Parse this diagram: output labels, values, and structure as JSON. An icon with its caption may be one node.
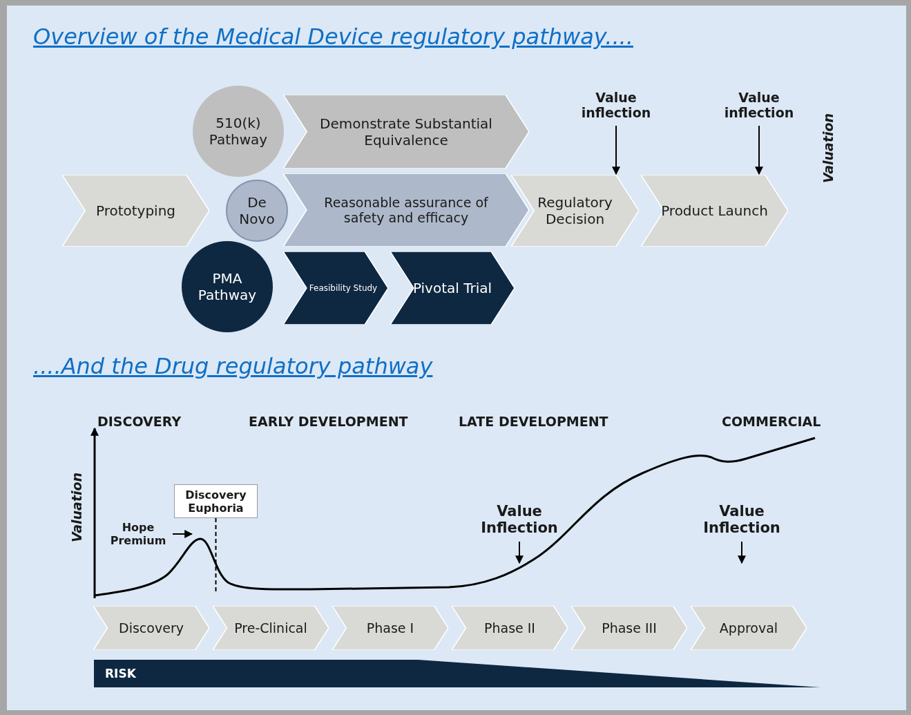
{
  "diagram": {
    "title": "Overview of the Medical Device regulatory pathway....",
    "nodes": [
      {
        "text": [
          "510(k) Pathway"
        ]
      },
      {
        "text": [
          "Demonstrate Substantial Equivalence"
        ]
      },
      {
        "text": [
          "Value inflection"
        ]
      },
      {
        "text": [
          "Value inflection"
        ]
      },
      {
        "text": [
          "Prototyping"
        ]
      },
      {
        "text": [
          "De Novo"
        ]
      },
      {
        "text": [
          "Reasonable assurance of safety and efficacy"
        ]
      },
      {
        "text": [
          "Regulatory Decision"
        ]
      },
      {
        "text": [
          "Product Launch"
        ]
      },
      {
        "text": [
          "PMA Pathway"
        ]
      },
      {
        "text": [
          "Feasibility Study"
        ]
      },
      {
        "text": [
          "Pivotal Trial"
        ]
      },
      {
        "text": [
          "Discovery Euphoria"
        ]
      },
      {
        "text": [
          "Hope Premium"
        ]
      },
      {
        "text": [
          "Value Inflection"
        ]
      },
      {
        "text": [
          "Value Inflection"
        ]
      },
      {
        "text": [
          "Discovery"
        ]
      },
      {
        "text": [
          "Pre-Clinical"
        ]
      },
      {
        "text": [
          "Phase I"
        ]
      },
      {
        "text": [
          "Phase II"
        ]
      },
      {
        "text": [
          "Phase III"
        ]
      },
      {
        "text": [
          "Approval"
        ]
      },
      {
        "text": [
          "RISK"
        ]
      }
    ],
    "edges": [
      {
        "from": 2,
        "to": 7,
        "arrow": "to"
      },
      {
        "from": 3,
        "to": 8,
        "arrow": "to"
      },
      {
        "from": 12,
        "to": null,
        "arrow": "none",
        "style": "dashed"
      },
      {
        "from": 13,
        "to": null,
        "arrow": "to"
      },
      {
        "from": 14,
        "to": null,
        "arrow": "to"
      },
      {
        "from": 15,
        "to": null,
        "arrow": "to"
      }
    ],
    "labels": [
      "Valuation",
      "....And the Drug regulatory pathway",
      "DISCOVERY",
      "EARLY DEVELOPMENT",
      "LATE DEVELOPMENT",
      "COMMERCIAL",
      "Valuation"
    ]
  }
}
